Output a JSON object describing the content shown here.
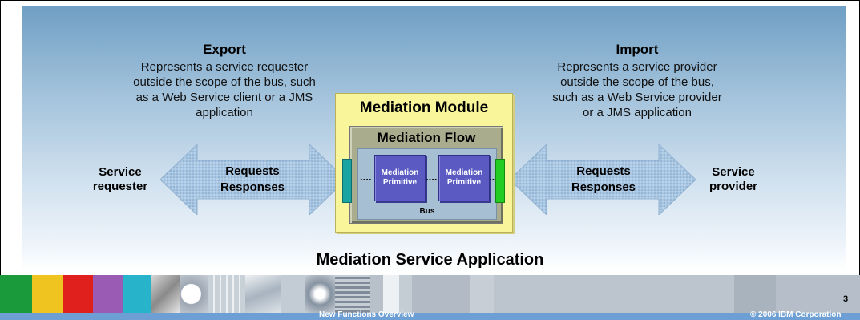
{
  "export": {
    "heading": "Export",
    "description_lines": [
      "Represents a service requester",
      "outside the scope of the bus, such",
      "as a Web Service client or a JMS",
      "application"
    ]
  },
  "import": {
    "heading": "Import",
    "description_lines": [
      "Represents a service provider",
      "outside the scope of the bus,",
      "such as a Web Service provider",
      "or a JMS application"
    ]
  },
  "left_endpoint": {
    "line1": "Service",
    "line2": "requester"
  },
  "right_endpoint": {
    "line1": "Service",
    "line2": "provider"
  },
  "left_arrow": {
    "line1": "Requests",
    "line2": "Responses"
  },
  "right_arrow": {
    "line1": "Requests",
    "line2": "Responses"
  },
  "module": {
    "title": "Mediation Module",
    "flow_title": "Mediation Flow",
    "bus_label": "Bus",
    "primitives": [
      {
        "line1": "Mediation",
        "line2": "Primitive"
      },
      {
        "line1": "Mediation",
        "line2": "Primitive"
      }
    ]
  },
  "caption": "Mediation Service Application",
  "footer": {
    "center_text": "New Functions Overview",
    "copyright": "© 2006 IBM Corporation",
    "page_number": "3"
  },
  "colors": {
    "module_fill": "#f8f59a",
    "primitive_fill": "#5a5ac2",
    "arrow_fill": "#a7c3e0",
    "left_port": "#1aa3a3",
    "right_port": "#22cc22",
    "footer_bar": "#6d9fd4"
  }
}
